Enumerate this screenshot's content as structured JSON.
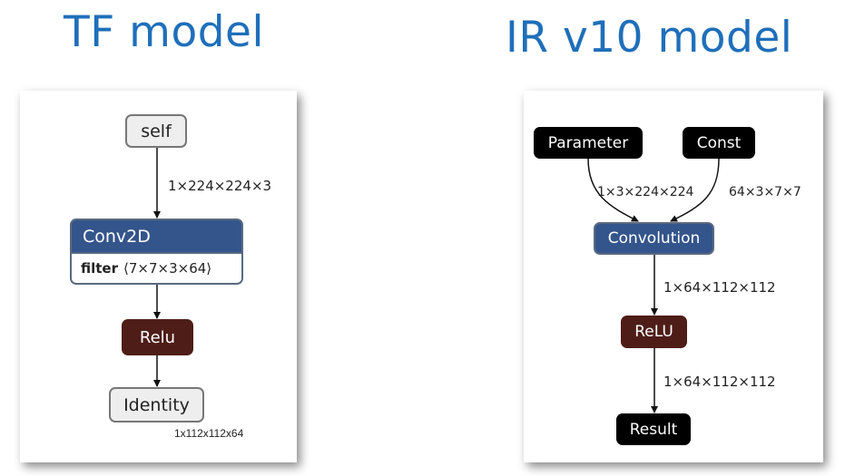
{
  "tf": {
    "title": "TF model",
    "nodes": {
      "self": "self",
      "conv_name": "Conv2D",
      "conv_attr_key": "filter",
      "conv_attr_val": "⟨7×7×3×64⟩",
      "relu": "Relu",
      "identity": "Identity"
    },
    "edges": {
      "self_to_conv": "1×224×224×3",
      "identity_out": "1x112x112x64"
    }
  },
  "ir": {
    "title": "IR v10 model",
    "nodes": {
      "parameter": "Parameter",
      "const": "Const",
      "convolution": "Convolution",
      "relu": "ReLU",
      "result": "Result"
    },
    "edges": {
      "param_to_conv": "1×3×224×224",
      "const_to_conv": "64×3×7×7",
      "conv_to_relu": "1×64×112×112",
      "relu_to_result": "1×64×112×112"
    }
  },
  "colors": {
    "heading": "#1f6fba",
    "conv_blue": "#34558b",
    "relu_brown": "#4e1d18",
    "black_node": "#000000",
    "light_node": "#eeeeee"
  }
}
